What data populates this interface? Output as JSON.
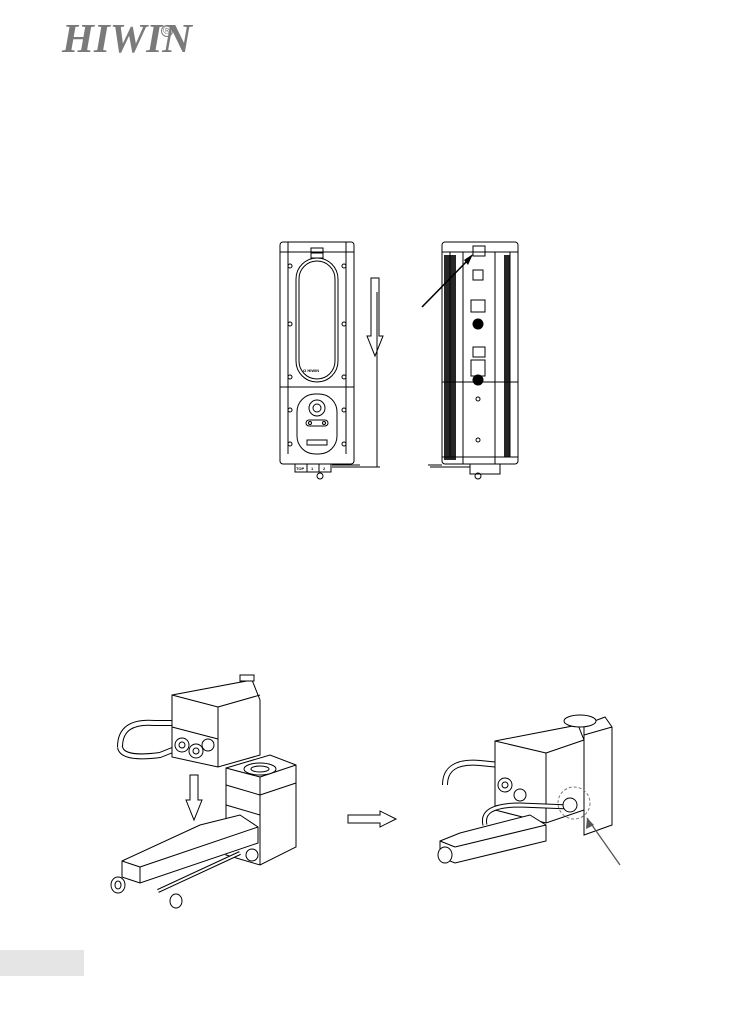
{
  "header": {
    "logo_text": "HIWIN",
    "logo_mark": "®"
  },
  "figure1": {
    "front_label_brand": "Ω HIWIN",
    "tab_labels": [
      "TOP",
      "1",
      "2"
    ],
    "icons": [
      "arrow-down-icon",
      "pointer-arrow-icon"
    ]
  },
  "figure2": {
    "icons": [
      "arrow-down-icon",
      "arrow-right-icon",
      "pointer-arrow-icon"
    ]
  },
  "colors": {
    "logo": "#7a7a7a",
    "line": "#000000",
    "page_tab": "#e5e5e5"
  }
}
